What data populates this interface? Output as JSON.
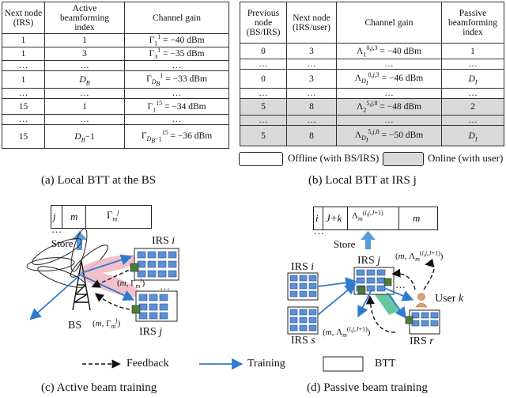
{
  "table_a": {
    "headers": [
      "Next node (IRS)",
      "Active beamforming index",
      "Channel gain"
    ],
    "rows": [
      {
        "node": "1",
        "index": "1",
        "gain": "Γ₁¹ = −40 dBm",
        "shade": false
      },
      {
        "node": "1",
        "index": "3",
        "gain": "Γ₃¹ = −35 dBm",
        "shade": false
      },
      {
        "node": "…",
        "index": "…",
        "gain": "…",
        "shade": false
      },
      {
        "node": "1",
        "index": "D_B",
        "gain": "Γ_{D_B}¹ = −33 dBm",
        "shade": false
      },
      {
        "node": "…",
        "index": "…",
        "gain": "…",
        "shade": false
      },
      {
        "node": "15",
        "index": "1",
        "gain": "Γ₁¹⁵ = −34 dBm",
        "shade": false
      },
      {
        "node": "…",
        "index": "…",
        "gain": "…",
        "shade": false
      },
      {
        "node": "15",
        "index": "D_B−1",
        "gain": "Γ_{D_B−1}¹⁵ = −36 dBm",
        "shade": false
      }
    ],
    "caption": "(a) Local BTT at the BS"
  },
  "table_b": {
    "headers": [
      "Previous node (BS/IRS)",
      "Next node (IRS/user)",
      "Channel gain",
      "Passive beamforming index"
    ],
    "rows": [
      {
        "prev": "0",
        "next": "3",
        "gain": "Λ₁^{0,j,3} = −40 dBm",
        "index": "1",
        "shade": false
      },
      {
        "prev": "…",
        "next": "…",
        "gain": "…",
        "index": "…",
        "shade": false
      },
      {
        "prev": "0",
        "next": "3",
        "gain": "Λ_{D_I}^{0,j,3} = −46 dBm",
        "index": "D_I",
        "shade": false
      },
      {
        "prev": "…",
        "next": "…",
        "gain": "…",
        "index": "…",
        "shade": false
      },
      {
        "prev": "5",
        "next": "8",
        "gain": "Λ₂^{5,j,8} = −48 dBm",
        "index": "2",
        "shade": true
      },
      {
        "prev": "…",
        "next": "…",
        "gain": "…",
        "index": "…",
        "shade": true
      },
      {
        "prev": "5",
        "next": "8",
        "gain": "Λ_{D_I}^{5,j,8} = −50 dBm",
        "index": "D_I",
        "shade": true
      }
    ],
    "caption": "(b) Local BTT at IRS j"
  },
  "legend_top": {
    "offline": "Offline (with BS/IRS)",
    "online": "Online (with user)"
  },
  "panel_c": {
    "btt_cells": [
      "j",
      "m",
      "Γ_m^j"
    ],
    "dots": "…",
    "store": "Store",
    "bs": "BS",
    "irs_i": "IRS i",
    "irs_j": "IRS j",
    "feedback_i": "(m, Γ_m^i)",
    "feedback_j": "(m, Γ_m^j)",
    "ellipsis": "…",
    "caption": "(c) Active beam training"
  },
  "panel_d": {
    "btt_cells": [
      "i",
      "J+k",
      "Λ_m^{(i,j,J+1)}",
      "m"
    ],
    "dots": "…",
    "store": "Store",
    "irs_i": "IRS i",
    "irs_j": "IRS j",
    "irs_s": "IRS s",
    "irs_r": "IRS r",
    "user": "User k",
    "feedback_top": "(m, Λ_m^{(i,j,J+1)})",
    "feedback_bottom": "(m, Λ_m^{(i,j,J+1)})",
    "ellipsis": "…",
    "caption": "(d) Passive beam training"
  },
  "legend_bottom": {
    "feedback": "Feedback",
    "training": "Training",
    "btt": "BTT"
  },
  "colors": {
    "training": "#2f7bd1",
    "beam_pink": "#f2b6bf",
    "beam_green": "#3fb98a",
    "irs_fill": "#5b8fd6",
    "shade": "#d9d9d9"
  }
}
